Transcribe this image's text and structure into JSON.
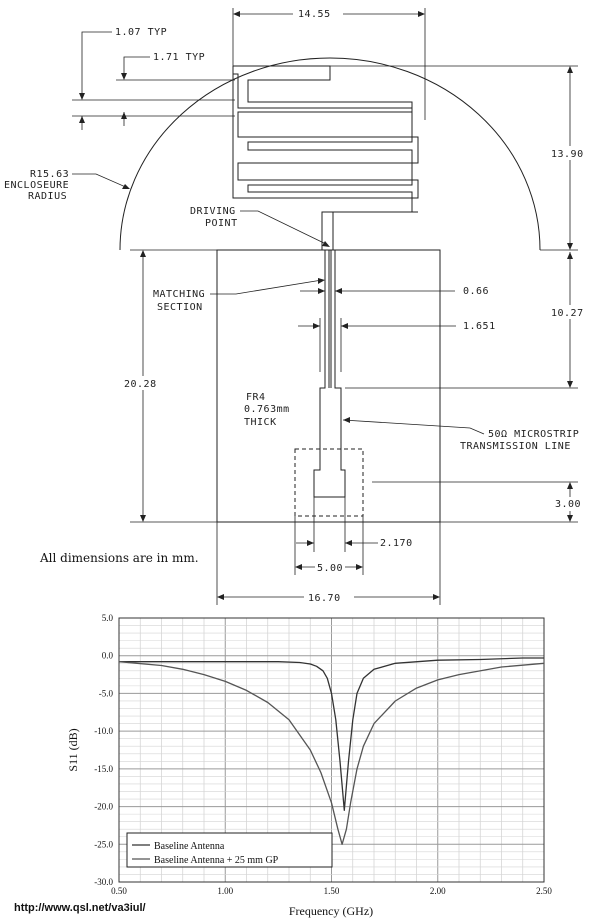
{
  "drawing": {
    "labels": {
      "w1455": "14.55",
      "typ107": "1.07 TYP",
      "typ171": "1.71 TYP",
      "r1563": "R15.63",
      "enclosure": "ENCLOSEURE",
      "radius": "RADIUS",
      "driving": "DRIVING",
      "point": "POINT",
      "h1390": "13.90",
      "matching": "MATCHING",
      "section": "SECTION",
      "w066": "0.66",
      "w1651": "1.651",
      "h1027": "10.27",
      "h2028": "20.28",
      "fr4": "FR4",
      "thick_mm": "0.763mm",
      "thick": "THICK",
      "ms50": "50Ω MICROSTRIP",
      "tline": "TRANSMISSION LINE",
      "h300": "3.00",
      "w2170": "2.170",
      "w500": "5.00",
      "w1670": "16.70"
    },
    "note": "All dimensions are in mm."
  },
  "chart_data": {
    "type": "line",
    "xlabel": "Frequency (GHz)",
    "ylabel": "S11 (dB)",
    "xlim": [
      0.5,
      2.5
    ],
    "ylim": [
      -30,
      5
    ],
    "x_ticks": [
      0.5,
      1.0,
      1.5,
      2.0,
      2.5
    ],
    "x_tick_labels": [
      "0.50",
      "1.00",
      "1.50",
      "2.00",
      "2.50"
    ],
    "y_ticks": [
      5,
      0,
      -5,
      -10,
      -15,
      -20,
      -25,
      -30
    ],
    "y_tick_labels": [
      "5.0",
      "0.0",
      "-5.0",
      "-10.0",
      "-15.0",
      "-20.0",
      "-25.0",
      "-30.0"
    ],
    "grid": true,
    "legend_position": "bottom-left",
    "series": [
      {
        "name": "Baseline Antenna",
        "x": [
          0.5,
          0.7,
          0.9,
          1.1,
          1.25,
          1.35,
          1.4,
          1.43,
          1.46,
          1.48,
          1.5,
          1.52,
          1.54,
          1.56,
          1.58,
          1.6,
          1.62,
          1.65,
          1.7,
          1.8,
          2.0,
          2.2,
          2.4,
          2.5
        ],
        "y": [
          -0.8,
          -0.8,
          -0.8,
          -0.8,
          -0.8,
          -0.9,
          -1.1,
          -1.4,
          -2.0,
          -3.0,
          -5.0,
          -8.5,
          -14.0,
          -20.5,
          -14.0,
          -8.5,
          -5.0,
          -3.0,
          -1.8,
          -1.0,
          -0.6,
          -0.5,
          -0.3,
          -0.3
        ]
      },
      {
        "name": "Baseline Antenna + 25 mm GP",
        "x": [
          0.5,
          0.7,
          0.8,
          0.9,
          1.0,
          1.1,
          1.2,
          1.3,
          1.4,
          1.45,
          1.5,
          1.53,
          1.55,
          1.57,
          1.59,
          1.62,
          1.65,
          1.7,
          1.8,
          1.9,
          2.0,
          2.1,
          2.3,
          2.5
        ],
        "y": [
          -0.8,
          -1.3,
          -1.8,
          -2.5,
          -3.4,
          -4.6,
          -6.2,
          -8.5,
          -12.5,
          -15.5,
          -19.5,
          -23.0,
          -25.0,
          -23.0,
          -19.5,
          -15.0,
          -12.0,
          -9.0,
          -6.0,
          -4.3,
          -3.2,
          -2.5,
          -1.5,
          -1.0
        ]
      }
    ]
  },
  "footer": {
    "url": "http://www.qsl.net/va3iul/"
  }
}
